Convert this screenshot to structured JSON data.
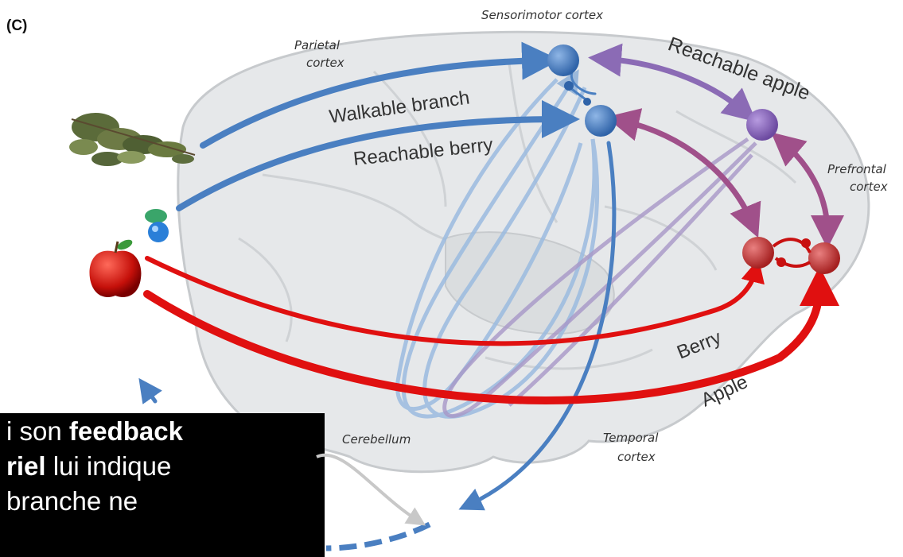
{
  "panel_label": "(C)",
  "regions": {
    "sensorimotor": "Sensorimotor cortex",
    "parietal_1": "Parietal",
    "parietal_2": "cortex",
    "prefrontal_1": "Prefrontal",
    "prefrontal_2": "cortex",
    "cerebellum": "Cerebellum",
    "temporal_1": "Temporal",
    "temporal_2": "cortex"
  },
  "pathways": {
    "walkable_branch": "Walkable branch",
    "reachable_berry": "Reachable berry",
    "reachable_apple": "Reachable apple",
    "berry": "Berry",
    "apple": "Apple"
  },
  "caption": {
    "line1_prefix": "i son ",
    "line1_bold": "feedback",
    "line2_bold": "riel",
    "line2_suffix": " lui indique",
    "line3": " branche ne"
  },
  "colors": {
    "blue": "#4a7fc1",
    "purple": "#8b6bb5",
    "red": "#e01010",
    "dark_red": "#c83b3b",
    "brain_fill": "#e6e8ea",
    "brain_line": "#c7cacd"
  }
}
